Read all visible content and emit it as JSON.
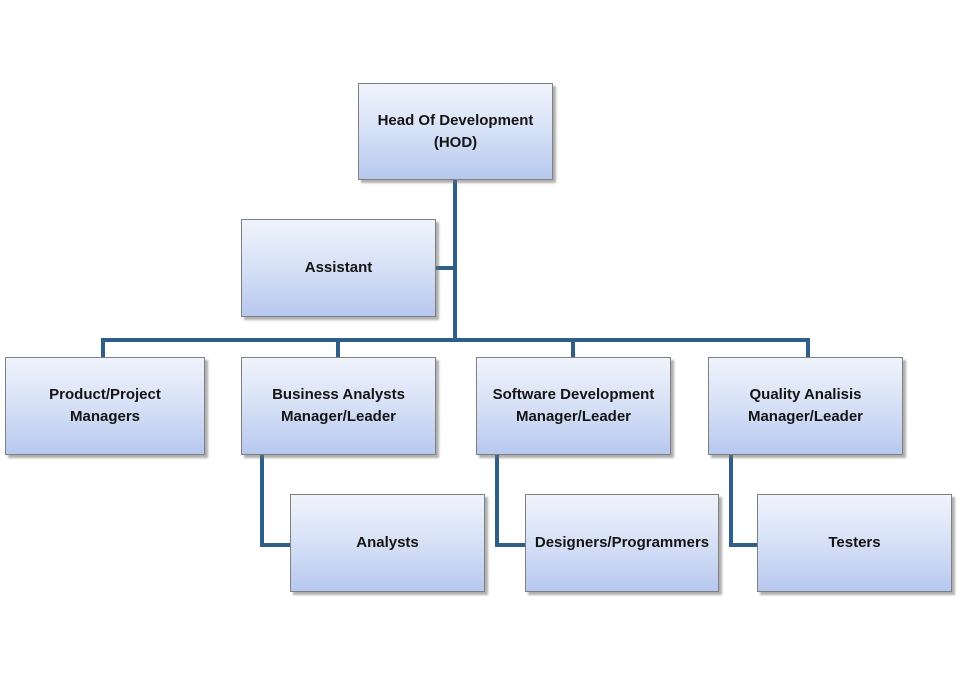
{
  "diagram": {
    "type": "org-chart",
    "nodes": {
      "hod": {
        "label": "Head Of Development (HOD)"
      },
      "assistant": {
        "label": "Assistant"
      },
      "product": {
        "label": "Product/Project Managers"
      },
      "business": {
        "label": "Business Analysts Manager/Leader"
      },
      "software": {
        "label": "Software Development Manager/Leader"
      },
      "quality": {
        "label": "Quality Analisis Manager/Leader"
      },
      "analysts": {
        "label": "Analysts"
      },
      "designers": {
        "label": "Designers/Programmers"
      },
      "testers": {
        "label": "Testers"
      }
    },
    "edges": [
      {
        "from": "hod",
        "to": "assistant"
      },
      {
        "from": "hod",
        "to": "product"
      },
      {
        "from": "hod",
        "to": "business"
      },
      {
        "from": "hod",
        "to": "software"
      },
      {
        "from": "hod",
        "to": "quality"
      },
      {
        "from": "business",
        "to": "analysts"
      },
      {
        "from": "software",
        "to": "designers"
      },
      {
        "from": "quality",
        "to": "testers"
      }
    ]
  },
  "colors": {
    "connector": "#2E5F8A",
    "box_gradient_top": "#EFF3FC",
    "box_gradient_bottom": "#B7C8EF",
    "box_border": "#808080",
    "text": "#141414"
  }
}
